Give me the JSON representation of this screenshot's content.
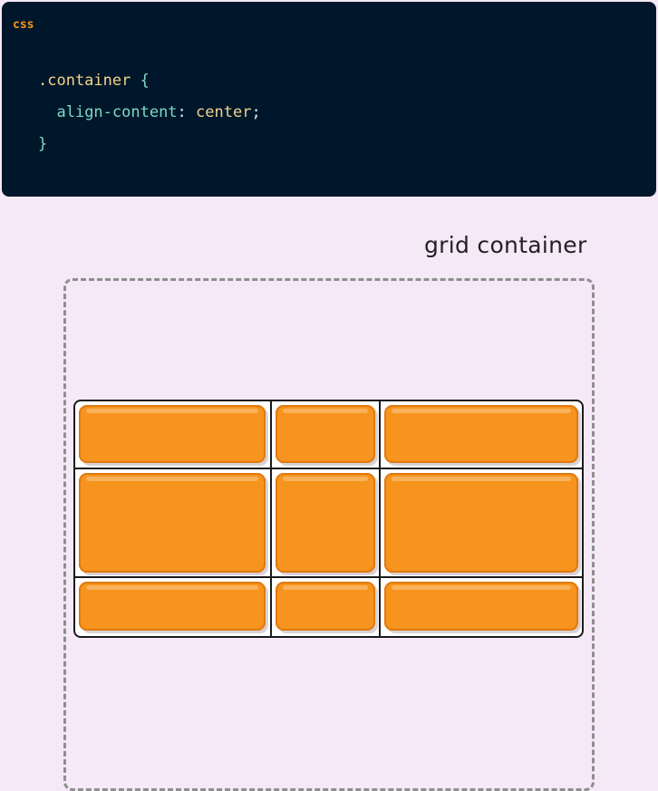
{
  "code_block": {
    "language": "css",
    "selector": ".container",
    "open_brace": "{",
    "property": "align-content",
    "colon": ":",
    "value": "center",
    "semicolon": ";",
    "close_brace": "}"
  },
  "diagram": {
    "label": "grid container",
    "grid": {
      "rows": 3,
      "columns": 3,
      "item_color": "#f7941d",
      "outline_color": "#8e8e8e"
    }
  }
}
